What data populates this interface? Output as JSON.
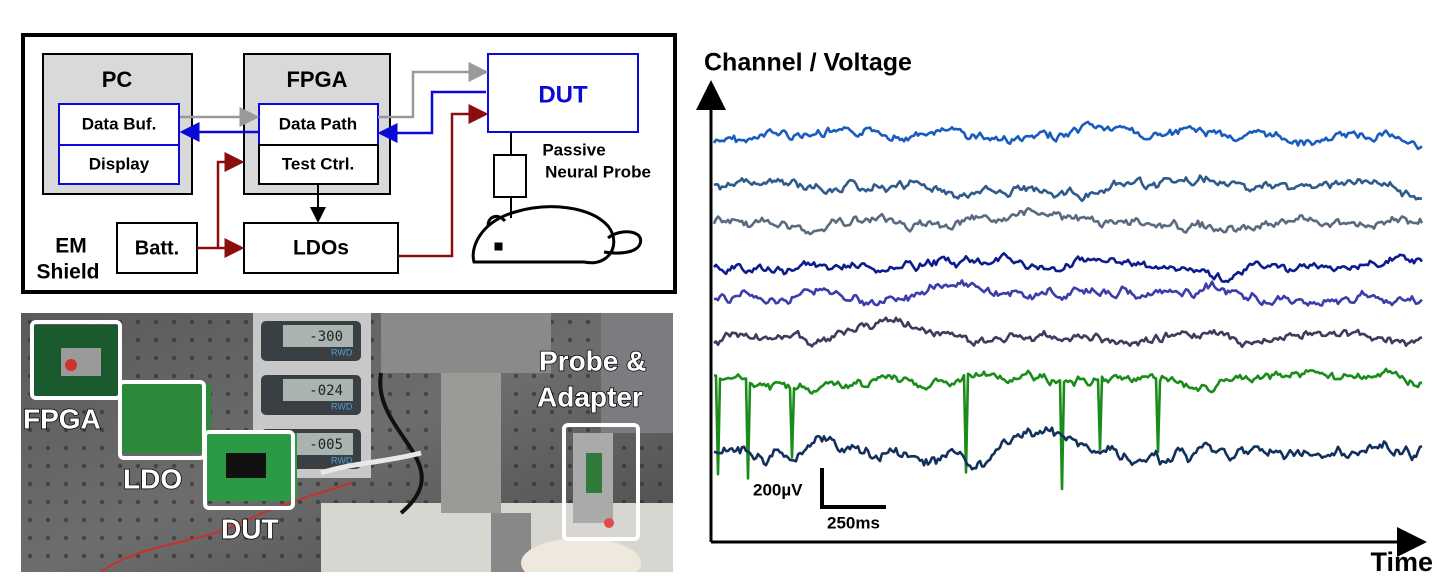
{
  "diagram": {
    "pc": {
      "title": "PC",
      "sub1": "Data Buf.",
      "sub2": "Display"
    },
    "fpga": {
      "title": "FPGA",
      "sub1": "Data Path",
      "sub2": "Test Ctrl."
    },
    "dut": {
      "title": "DUT"
    },
    "probe": {
      "line1": "Passive",
      "line2": "Neural Probe"
    },
    "batt": "Batt.",
    "ldos": "LDOs",
    "shield": {
      "line1": "EM",
      "line2": "Shield"
    }
  },
  "photo": {
    "labels": {
      "fpga": "FPGA",
      "ldo": "LDO",
      "dut": "DUT",
      "probe1": "Probe &",
      "probe2": "Adapter"
    },
    "meter_readings": [
      "-300",
      "-024",
      "-005"
    ],
    "meter_brand": "RWD"
  },
  "chart_data": {
    "type": "line",
    "ylabel": "Channel / Voltage",
    "xlabel": "Time",
    "scalebar": {
      "voltage_label": "200µV",
      "time_label": "250ms"
    },
    "channel_count": 8,
    "series_colors": [
      "#1a5bbf",
      "#2e5a8c",
      "#5a6a80",
      "#0c1c8e",
      "#3c3caa",
      "#3c3c5c",
      "#1a8c1a",
      "#12305c"
    ]
  }
}
